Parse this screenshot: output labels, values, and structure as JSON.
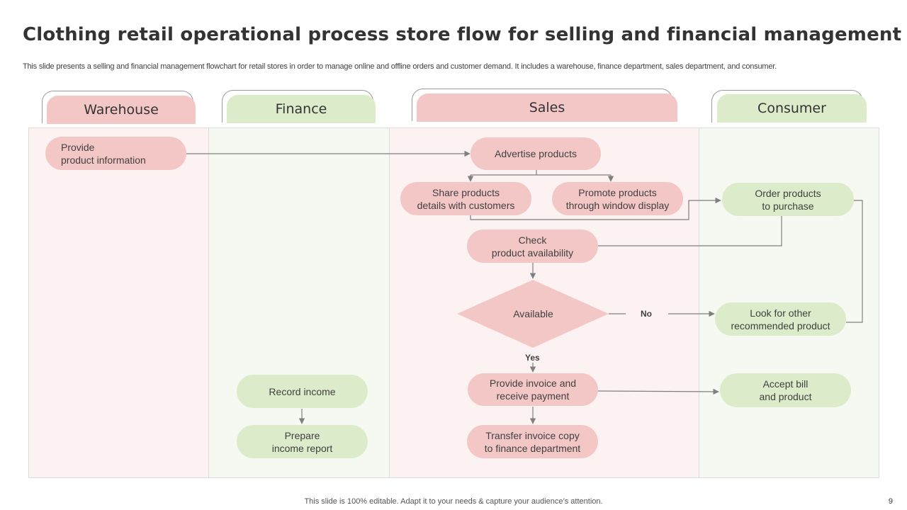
{
  "slide": {
    "title": "Clothing retail operational process store flow for selling and financial management",
    "subtitle": "This slide presents a selling and financial management flowchart for retail stores in order to manage online and offline orders and customer demand. It includes a warehouse, finance department,  sales department, and consumer.",
    "footer": "This slide is 100% editable. Adapt it to your needs & capture your audience’s attention.",
    "page_number": "9"
  },
  "lanes": {
    "warehouse": "Warehouse",
    "finance": "Finance",
    "sales": "Sales",
    "consumer": "Consumer"
  },
  "nodes": {
    "provide_info": "Provide\nproduct information",
    "advertise": "Advertise products",
    "share": "Share products\ndetails with customers",
    "promote": "Promote products\nthrough window display",
    "order": "Order products\nto purchase",
    "check": "Check\nproduct availability",
    "available": "Available",
    "look_other": "Look for other\nrecommended product",
    "invoice": "Provide invoice and\nreceive payment",
    "accept": "Accept bill\nand product",
    "transfer": "Transfer invoice copy\nto finance department",
    "record": "Record income",
    "prepare": "Prepare\nincome report"
  },
  "edges": {
    "no_label": "No",
    "yes_label": "Yes"
  },
  "colors": {
    "pink": "#f4c7c7",
    "green": "#dcebc9",
    "lane_pink": "#fdf2f2",
    "lane_green": "#f5f9f1",
    "connector": "#7f7f7f"
  }
}
